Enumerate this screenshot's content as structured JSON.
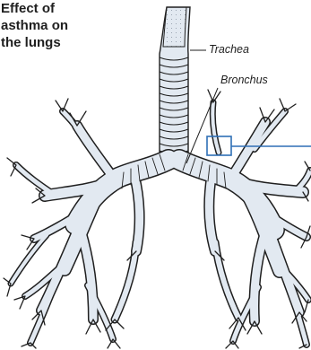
{
  "figure": {
    "title": "Effect of asthma on the lungs",
    "labels": {
      "trachea": "Trachea",
      "bronchus": "Bronchus"
    }
  },
  "colors": {
    "airway_fill": "#e2e9f1",
    "outline": "#1f1f1f",
    "callout": "#2f6fb6"
  }
}
